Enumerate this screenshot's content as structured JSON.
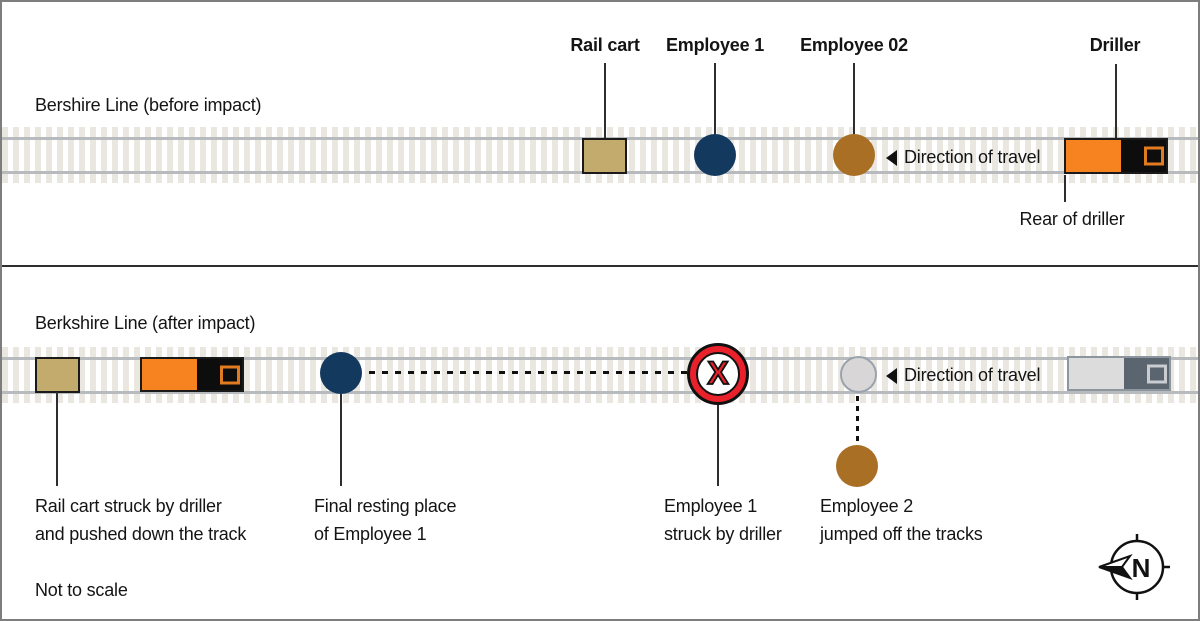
{
  "before": {
    "section_label": "Bershire Line (before impact)",
    "rail_cart_label": "Rail cart",
    "employee1_label": "Employee 1",
    "employee2_label": "Employee 02",
    "driller_label": "Driller",
    "direction_label": "Direction of travel",
    "rear_of_driller_label": "Rear of driller"
  },
  "after": {
    "section_label": "Berkshire Line (after impact)",
    "direction_label": "Direction of travel",
    "rail_cart_note": [
      "Rail cart struck by driller",
      "and pushed down the track"
    ],
    "employee1_rest_note": [
      "Final resting place",
      "of Employee 1"
    ],
    "employee1_struck_note": [
      "Employee 1",
      "struck by driller"
    ],
    "employee2_note": [
      "Employee 2",
      "jumped off the tracks"
    ]
  },
  "footer": {
    "scale_note": "Not to scale"
  },
  "compass": {
    "north_label": "N"
  },
  "icons": {
    "direction_arrow": "left-triangle",
    "impact_marker": "X",
    "compass": "compass-rose-pointing-left"
  },
  "colors": {
    "driller_orange": "#f6831f",
    "employee1_navy": "#14395f",
    "employee2_ochre": "#a96f24",
    "rail_cart_tan": "#c3aa6d",
    "impact_red": "#e8212b",
    "ghost_body_grey": "#dcdcdc",
    "ghost_cab_grey": "#5a6570",
    "tie_beige": "#eae7e0",
    "rail_grey": "#b8bbbe"
  }
}
